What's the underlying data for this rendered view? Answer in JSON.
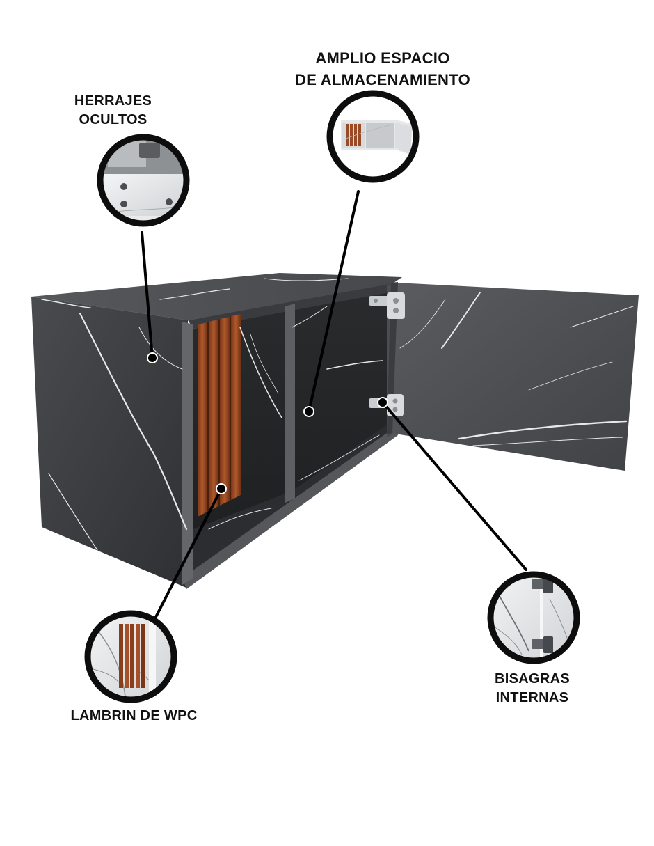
{
  "callouts": {
    "herrajes": {
      "line1": "HERRAJES",
      "line2": "OCULTOS",
      "icon": "hidden-hardware-detail"
    },
    "amplio": {
      "line1": "AMPLIO ESPACIO",
      "line2": "DE ALMACENAMIENTO",
      "icon": "cabinet-thumbnail"
    },
    "lambrin": {
      "line1": "LAMBRIN DE WPC",
      "icon": "wpc-slat-detail"
    },
    "bisagras": {
      "line1": "BISAGRAS",
      "line2": "INTERNAS",
      "icon": "hinge-detail"
    }
  },
  "colors": {
    "marble_dark": "#3c3d3f",
    "marble_mid": "#55575a",
    "marble_vein": "#e6e8ea",
    "wood": "#9a4a26",
    "wood_dark": "#6b2f15",
    "ring": "#0d0d0d"
  }
}
